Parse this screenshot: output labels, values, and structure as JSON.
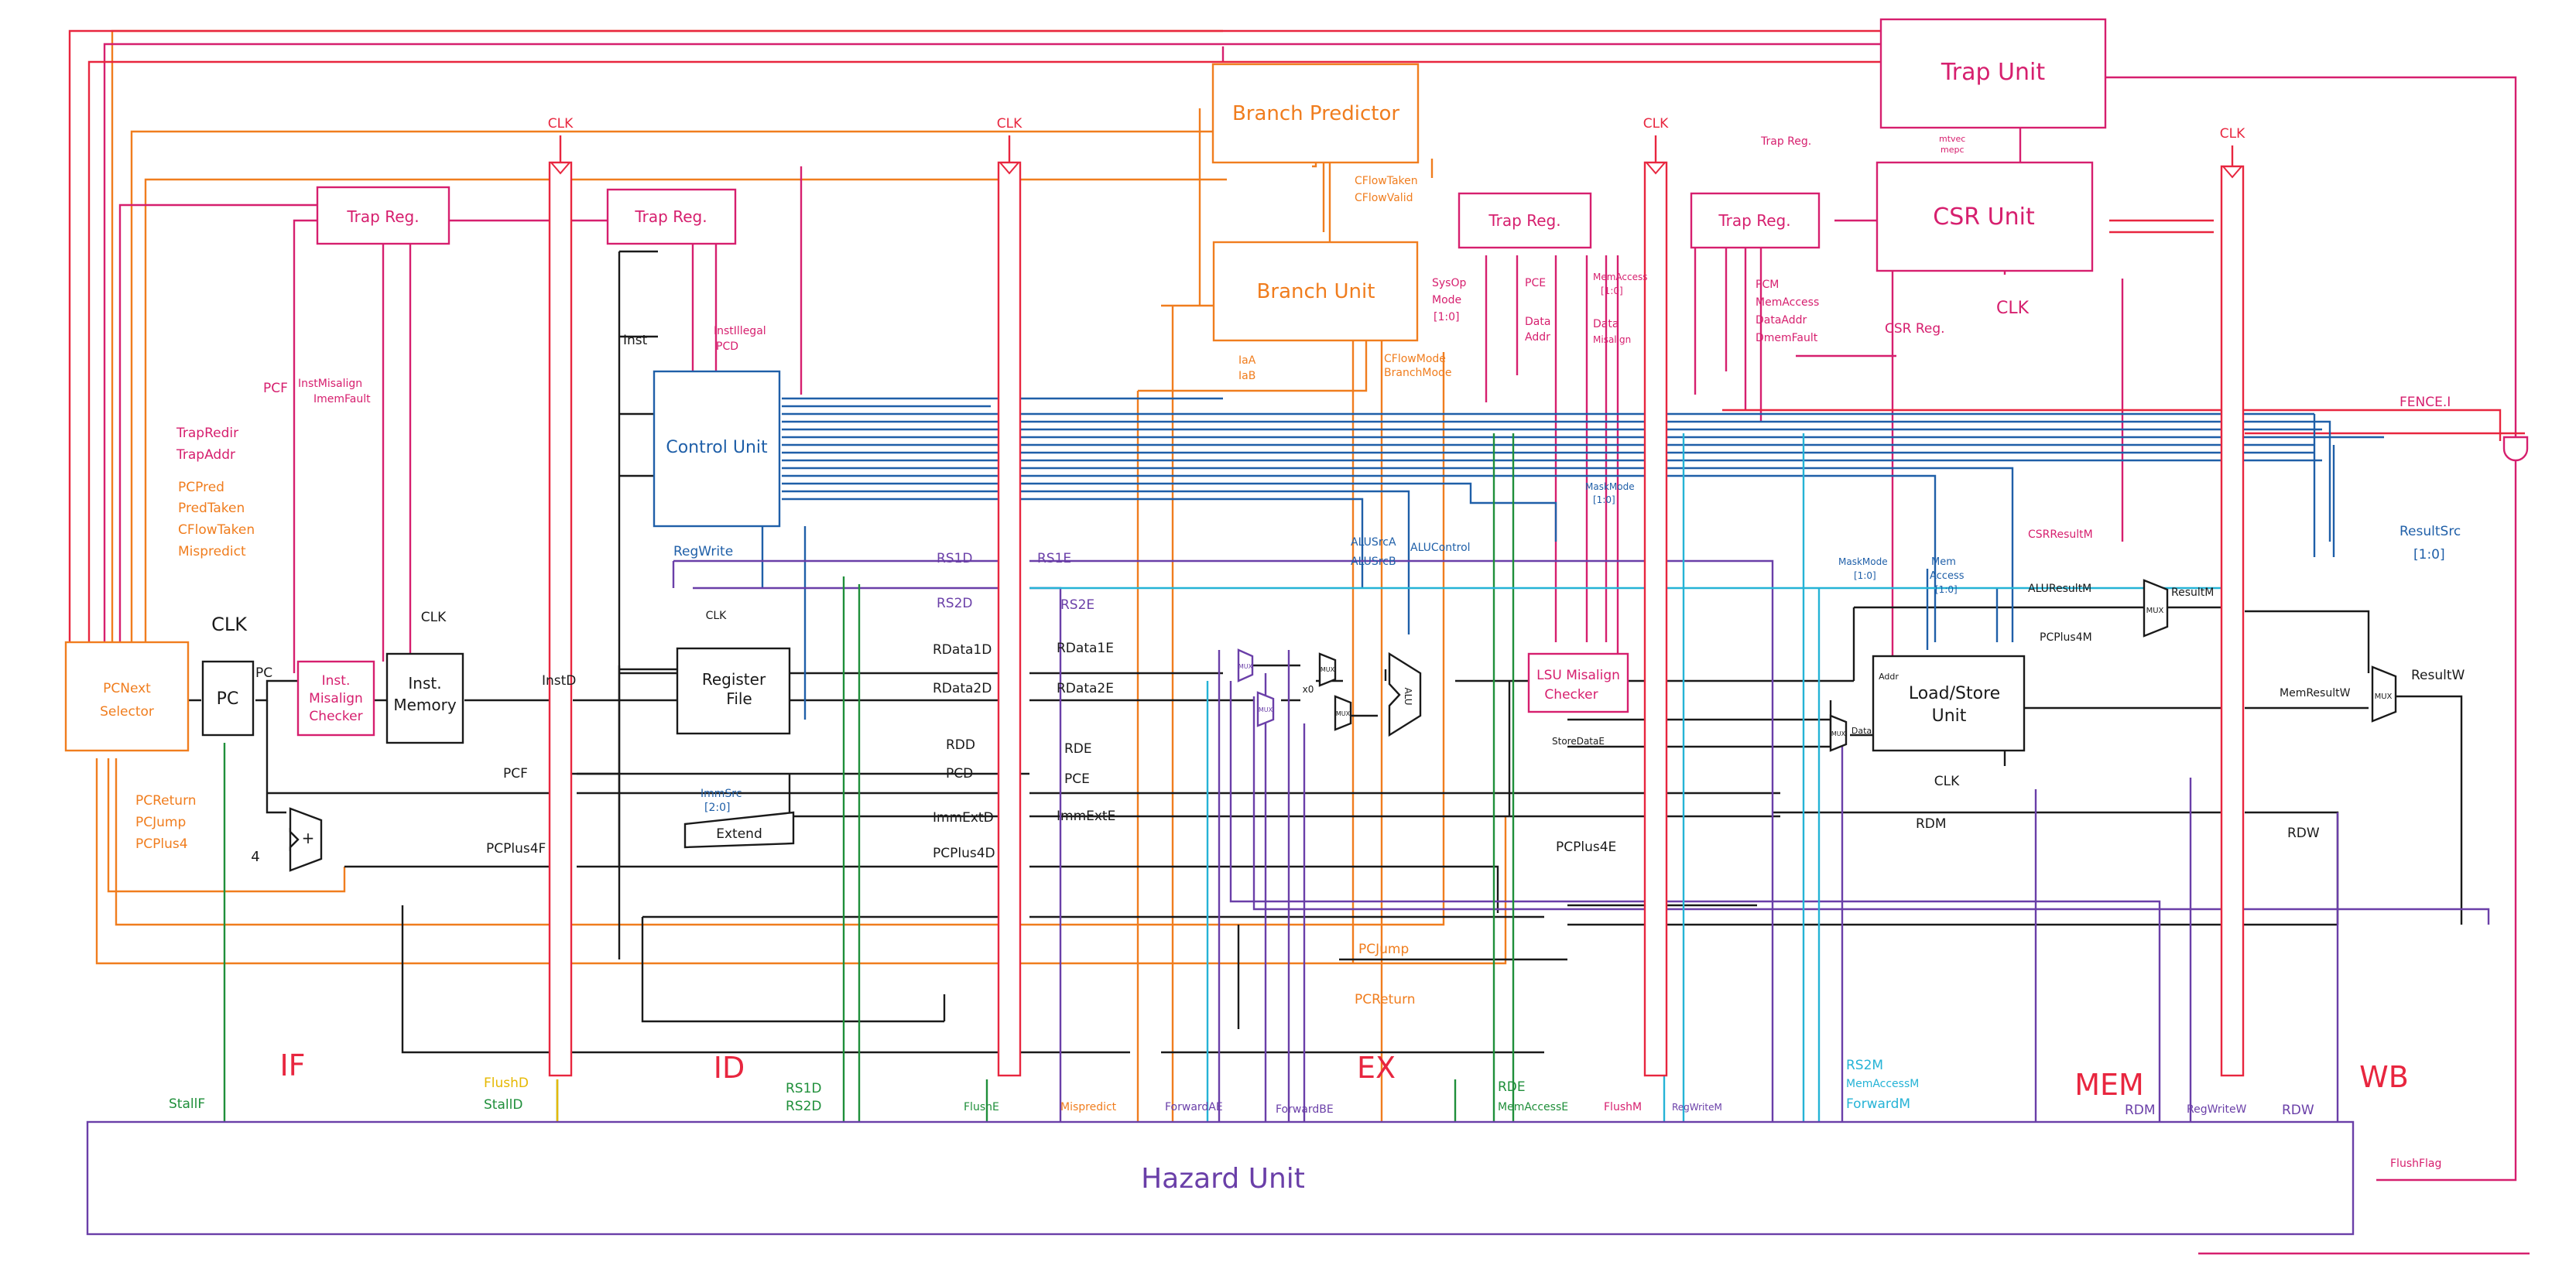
{
  "colors": {
    "pc_orange": "#f07d1e",
    "trap_magenta": "#d61f6e",
    "pipe_red": "#e8263f",
    "datapath_black": "#1a1a1a",
    "control_blue": "#1f5fa8",
    "hazard_purple": "#6a3fa8",
    "stall_green": "#1f8f3a",
    "forward_cyan": "#25b3d6",
    "flush_yellow": "#e6b800"
  },
  "blocks": {
    "pc_next_selector": [
      "PCNext",
      "Selector"
    ],
    "pc": "PC",
    "inst_misalign_checker": [
      "Inst.",
      "Misalign",
      "Checker"
    ],
    "inst_memory": [
      "Inst.",
      "Memory"
    ],
    "control_unit": "Control Unit",
    "register_file": [
      "Register",
      "File"
    ],
    "extend": "Extend",
    "branch_predictor": "Branch Predictor",
    "branch_unit": "Branch Unit",
    "alu": "ALU",
    "lsu_misalign_checker": [
      "LSU Misalign",
      "Checker"
    ],
    "load_store_unit": [
      "Load/Store",
      "Unit"
    ],
    "trap_unit": "Trap Unit",
    "csr_unit": "CSR Unit",
    "hazard_unit": "Hazard Unit",
    "trap_reg": "Trap Reg.",
    "csr_reg": "CSR Reg.",
    "mux": "MUX",
    "clk": "CLK",
    "adder_plus": "+",
    "adder_four": "4"
  },
  "stages": {
    "if": "IF",
    "id": "ID",
    "ex": "EX",
    "mem": "MEM",
    "wb": "WB"
  },
  "signals": {
    "pcf_top": "PCF",
    "inst_misalign": [
      "InstMisalign",
      "ImemFault"
    ],
    "trap_redir": [
      "TrapRedir",
      "TrapAddr"
    ],
    "pc_pred": [
      "PCPred",
      "PredTaken",
      "CFlowTaken",
      "Mispredict"
    ],
    "pc_return": [
      "PCReturn",
      "PCJump",
      "PCPlus4"
    ],
    "pc_out": "PC",
    "inst_d": "InstD",
    "pcf_mid": "PCF",
    "pcplus4f": "PCPlus4F",
    "inst": "Inst",
    "inst_illegal": [
      "InstIllegal",
      "PCD"
    ],
    "reg_write": "RegWrite",
    "rs1d": "RS1D",
    "rs2d": "RS2D",
    "rs1e": "RS1E",
    "rs2e": "RS2E",
    "rdata1d": "RData1D",
    "rdata2d": "RData2D",
    "rdata1e": "RData1E",
    "rdata2e": "RData2E",
    "rdd": "RDD",
    "rde": "RDE",
    "pcd": "PCD",
    "pce": "PCE",
    "immextd": "ImmExtD",
    "immexte": "ImmExtE",
    "pcplus4d": "PCPlus4D",
    "immsrc": [
      "ImmSrc",
      "[2:0]"
    ],
    "cflow_taken_valid": [
      "CFlowTaken",
      "CFlowValid"
    ],
    "iaa_iab": [
      "IaA",
      "IaB"
    ],
    "cflow_mode": [
      "CFlowMode",
      "BranchMode"
    ],
    "sysop_mode": [
      "SysOp",
      "Mode",
      "[1:0]"
    ],
    "pce_top": "PCE",
    "data_addr": [
      "Data",
      "Addr"
    ],
    "mem_access_top": [
      "MemAccess",
      "[1:0]"
    ],
    "data_misalign": [
      "Data",
      "Misalign"
    ],
    "mask_mode_ex": [
      "MaskMode",
      "[1:0]"
    ],
    "alusrca": [
      "ALUSrcA",
      "ALUSrcB"
    ],
    "alucontrol": "ALUControl",
    "store_data_e": "StoreDataE",
    "pcplus4e": "PCPlus4E",
    "pc_jump": "PCJump",
    "pc_return_line": "PCReturn",
    "mask_mode_mem": [
      "MaskMode",
      "[1:0]"
    ],
    "mem_access_mem": [
      "Mem",
      "Access",
      "[1:0]"
    ],
    "pcm_group": [
      "PCM",
      "MemAccess",
      "DataAddr",
      "DmemFault"
    ],
    "trap_reg_label": "Trap Reg.",
    "mtvec_mepc": [
      "mtvec",
      "mepc"
    ],
    "csr_result_m": "CSRResultM",
    "alu_result_m": "ALUResultM",
    "pcplus4m": "PCPlus4M",
    "result_m": "ResultM",
    "mem_result_w": "MemResultW",
    "result_w": "ResultW",
    "result_src": [
      "ResultSrc",
      "[1:0]"
    ],
    "fence_i": "FENCE.I",
    "rdm_mid": "RDM",
    "rdw_mid": "RDW",
    "addr_port": "Addr",
    "data_port": "Data",
    "x0": "x0"
  },
  "hazard_signals": {
    "stallf": "StallF",
    "flushd": "FlushD",
    "stalld": "StallD",
    "rs1d_rs2d": [
      "RS1D",
      "RS2D"
    ],
    "flushe": "FlushE",
    "mispredict": "Mispredict",
    "forward_ae": "ForwardAE",
    "forward_be": "ForwardBE",
    "rde_memaccesse": [
      "RDE",
      "MemAccessE"
    ],
    "flushm": "FlushM",
    "regwritem": "RegWriteM",
    "rs2m_group": [
      "RS2M",
      "MemAccessM",
      "ForwardM"
    ],
    "rdm": "RDM",
    "regwritew": "RegWriteW",
    "rdw": "RDW",
    "flush_flag": "FlushFlag"
  }
}
